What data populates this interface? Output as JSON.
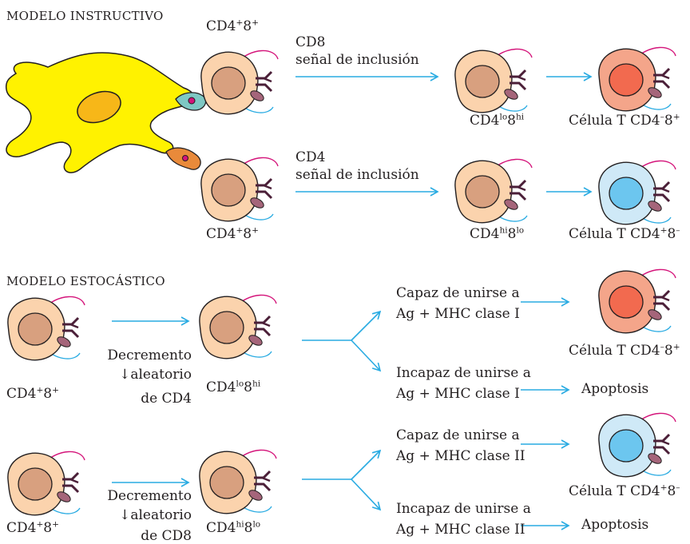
{
  "instructive": {
    "title": "MODELO INSTRUCTIVO",
    "cell_top": {
      "name": "CD4",
      "sup1": "+",
      "num": "8",
      "sup2": "+"
    },
    "cell_bottom": {
      "name": "CD4",
      "sup1": "+",
      "num": "8",
      "sup2": "+"
    },
    "signal_cd8": {
      "line1": "CD8",
      "line2": "señal de inclusión"
    },
    "signal_cd4": {
      "line1": "CD4",
      "line2": "señal de inclusión"
    },
    "intermediate_top": {
      "name": "CD4",
      "sup1": "lo",
      "num": "8",
      "sup2": "hi"
    },
    "intermediate_bottom": {
      "name": "CD4",
      "sup1": "hi",
      "num": "8",
      "sup2": "lo"
    },
    "result_top": {
      "name": "Célula T CD4",
      "sup1": "–",
      "num": "8",
      "sup2": "+"
    },
    "result_bottom": {
      "name": "Célula T CD4",
      "sup1": "+",
      "num": "8",
      "sup2": "–"
    }
  },
  "stochastic": {
    "title": "MODELO ESTOCÁSTICO",
    "row1": {
      "start": {
        "name": "CD4",
        "sup1": "+",
        "num": "8",
        "sup2": "+"
      },
      "step": {
        "line1": "Decremento",
        "arrow": "↓",
        "line2": "aleatorio",
        "line3": "de CD4"
      },
      "intermediate": {
        "name": "CD4",
        "sup1": "lo",
        "num": "8",
        "sup2": "hi"
      },
      "able": {
        "line1": "Capaz de unirse a",
        "line2": "Ag + MHC clase I"
      },
      "unable": {
        "line1": "Incapaz de unirse a",
        "line2": "Ag + MHC clase I"
      },
      "result": {
        "name": "Célula T CD4",
        "sup1": "–",
        "num": "8",
        "sup2": "+"
      },
      "death": "Apoptosis"
    },
    "row2": {
      "start": {
        "name": "CD4",
        "sup1": "+",
        "num": "8",
        "sup2": "+"
      },
      "step": {
        "line1": "Decremento",
        "arrow": "↓",
        "line2": "aleatorio",
        "line3": "de CD8"
      },
      "intermediate": {
        "name": "CD4",
        "sup1": "hi",
        "num": "8",
        "sup2": "lo"
      },
      "able": {
        "line1": "Capaz de unirse a",
        "line2": "Ag + MHC clase II"
      },
      "unable": {
        "line1": "Incapaz de unirse a",
        "line2": "Ag + MHC clase II"
      },
      "result": {
        "name": "Célula T CD4",
        "sup1": "+",
        "num": "8",
        "sup2": "–"
      },
      "death": "Apoptosis"
    }
  },
  "colors": {
    "arrow": "#29abe2",
    "cell_outer": "#fbd3ad",
    "cell_nucleus": "#d8a07f",
    "cd8_outer": "#f4a58a",
    "cd8_nucleus": "#f26a4f",
    "cd4_outer": "#cfe9f7",
    "cd4_nucleus": "#6cc6ef",
    "apc": "#fff200",
    "apc_nucleus": "#f7b718",
    "receptor": "#4b1f38",
    "coreceptor_stalk": "#a5657a",
    "magenta_line": "#d4147a",
    "cyan_line": "#29abe2"
  }
}
